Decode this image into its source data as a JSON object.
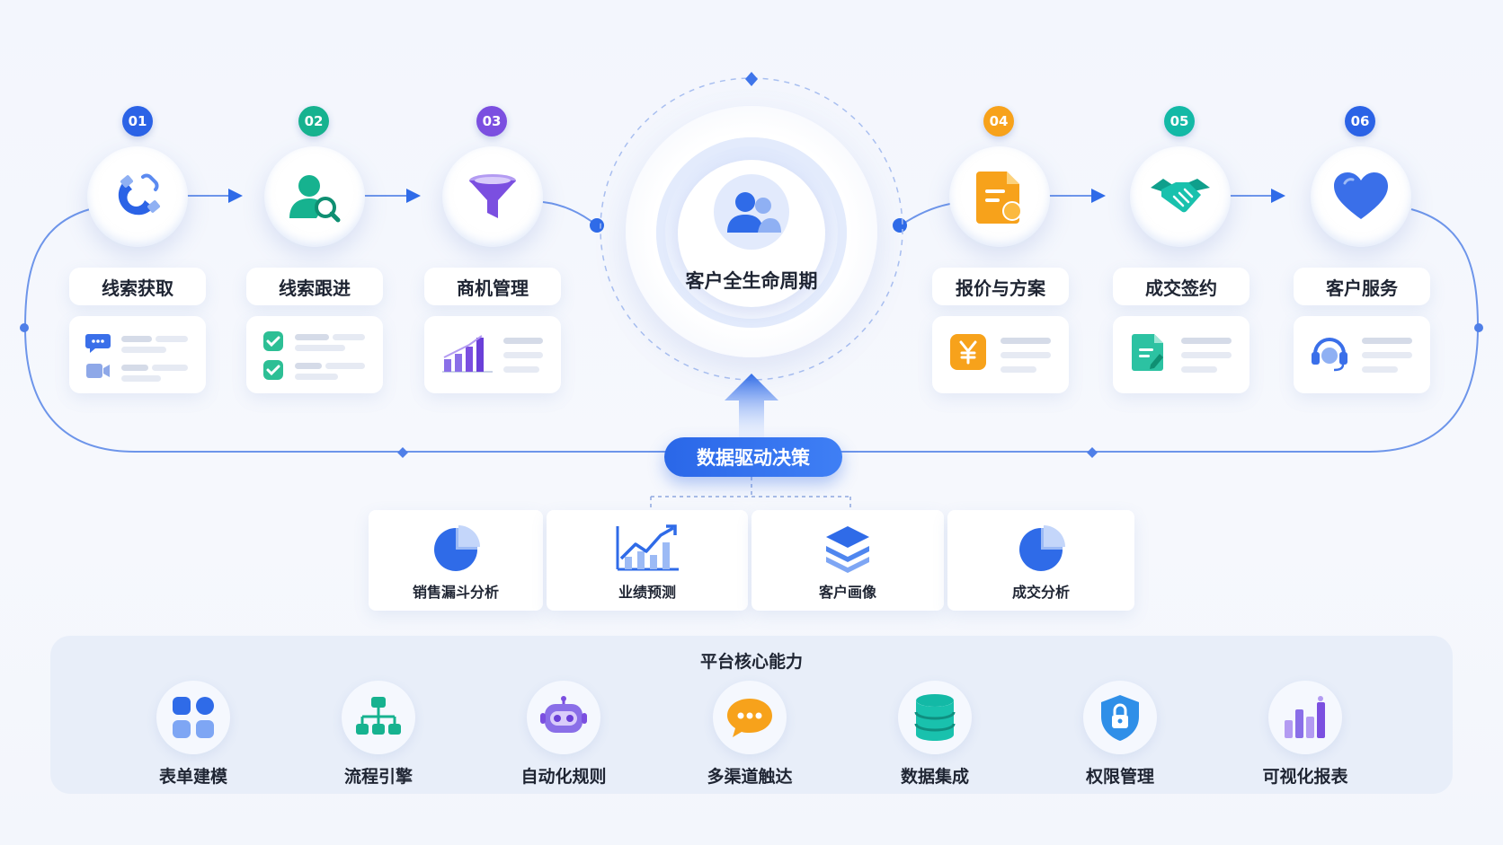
{
  "center": {
    "title": "客户全生命周期"
  },
  "decision_label": "数据驱动决策",
  "steps": [
    {
      "number": "01",
      "label": "线索获取",
      "color": "#2b63e6"
    },
    {
      "number": "02",
      "label": "线索跟进",
      "color": "#16b28f"
    },
    {
      "number": "03",
      "label": "商机管理",
      "color": "#7b4fe0"
    },
    {
      "number": "04",
      "label": "报价与方案",
      "color": "#f7a21b"
    },
    {
      "number": "05",
      "label": "成交签约",
      "color": "#13b9a6"
    },
    {
      "number": "06",
      "label": "客户服务",
      "color": "#2b63e6"
    }
  ],
  "analytics": [
    {
      "label": "销售漏斗分析"
    },
    {
      "label": "业绩预测"
    },
    {
      "label": "客户画像"
    },
    {
      "label": "成交分析"
    }
  ],
  "platform": {
    "title": "平台核心能力",
    "capabilities": [
      {
        "label": "表单建模",
        "icon": "grid-icon"
      },
      {
        "label": "流程引擎",
        "icon": "flow-icon"
      },
      {
        "label": "自动化规则",
        "icon": "robot-icon"
      },
      {
        "label": "多渠道触达",
        "icon": "chat-icon"
      },
      {
        "label": "数据集成",
        "icon": "database-icon"
      },
      {
        "label": "权限管理",
        "icon": "lock-shield-icon"
      },
      {
        "label": "可视化报表",
        "icon": "bar-chart-icon"
      }
    ]
  }
}
